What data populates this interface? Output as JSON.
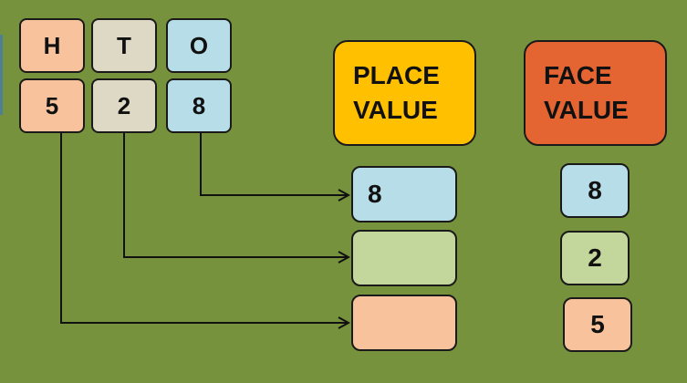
{
  "place_headers": {
    "hundreds": "H",
    "tens": "T",
    "ones": "O"
  },
  "digits": {
    "hundreds": "5",
    "tens": "2",
    "ones": "8"
  },
  "place_value_title": {
    "line1": "PLACE",
    "line2": "VALUE"
  },
  "face_value_title": {
    "line1": "FACE",
    "line2": "VALUE"
  },
  "place_values": {
    "ones": "8",
    "tens": "",
    "hundreds": ""
  },
  "face_values": {
    "ones": "8",
    "tens": "2",
    "hundreds": "5"
  },
  "colors": {
    "background": "#77923c",
    "hundreds": "#f8c39c",
    "tens_header": "#ddd9c4",
    "tens_value": "#c3d69b",
    "ones": "#b7dee8",
    "place_value_header": "#ffc000",
    "face_value_header": "#e46532"
  }
}
